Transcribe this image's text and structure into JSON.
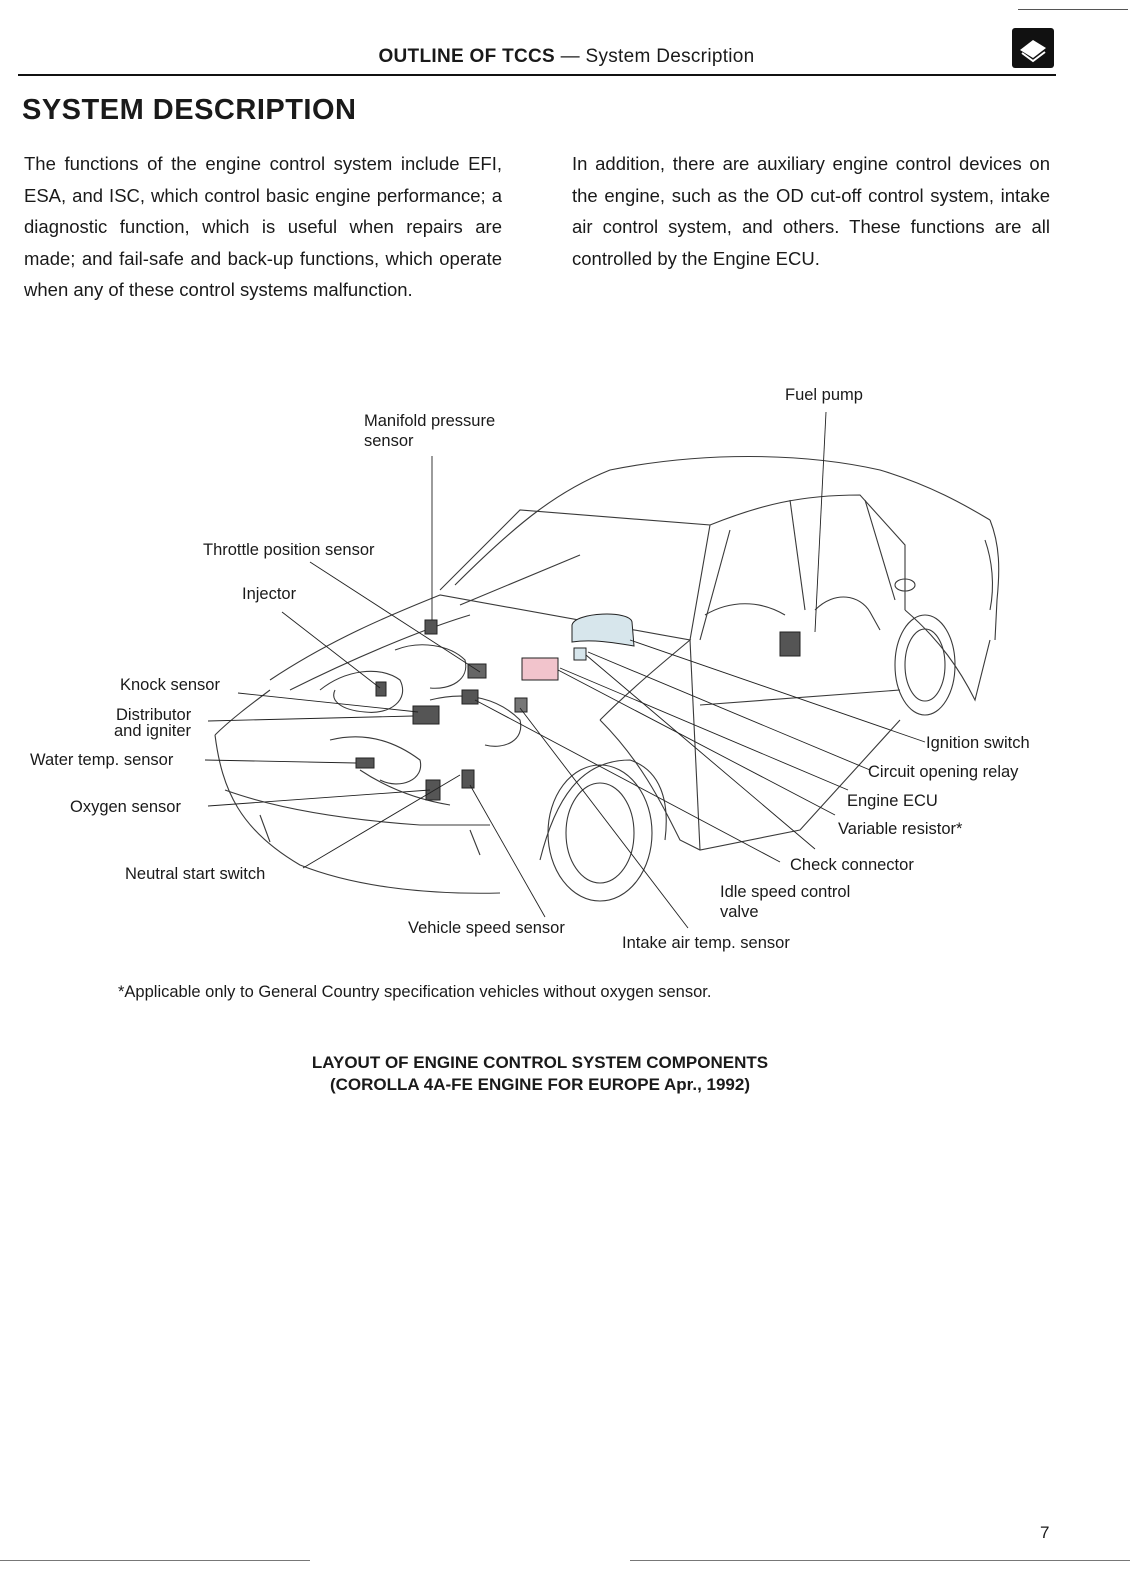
{
  "header": {
    "title_bold": "OUTLINE OF TCCS",
    "title_rest": " — System Description"
  },
  "section_heading": "SYSTEM DESCRIPTION",
  "paragraphs": {
    "left": "The functions of the engine control system include EFI, ESA, and ISC, which control basic engine performance; a diagnostic function, which is useful when repairs are made; and fail-safe and back-up functions, which operate when any of these control systems malfunction.",
    "right": "In addition, there are auxiliary engine control devices on the engine, such as the OD cut-off control system, intake air control system, and others. These functions are all controlled by the Engine ECU."
  },
  "labels": {
    "fuel_pump": "Fuel pump",
    "manifold_pressure_line1": "Manifold pressure",
    "manifold_pressure_line2": "sensor",
    "throttle_position": "Throttle position sensor",
    "injector": "Injector",
    "knock_sensor": "Knock sensor",
    "distributor_line1": "Distributor",
    "distributor_line2": "and igniter",
    "water_temp": "Water temp. sensor",
    "oxygen_sensor": "Oxygen sensor",
    "neutral_start": "Neutral start switch",
    "vehicle_speed": "Vehicle speed sensor",
    "intake_air_temp": "Intake air temp. sensor",
    "idle_speed_line1": "Idle speed control",
    "idle_speed_line2": "valve",
    "check_connector": "Check connector",
    "variable_resistor": "Variable resistor*",
    "engine_ecu": "Engine ECU",
    "circuit_opening_relay": "Circuit opening relay",
    "ignition_switch": "Ignition switch"
  },
  "footnote": "*Applicable only to General Country specification vehicles without oxygen sensor.",
  "caption": {
    "line1": "LAYOUT OF ENGINE CONTROL SYSTEM COMPONENTS",
    "line2": "(COROLLA 4A-FE ENGINE FOR EUROPE Apr., 1992)"
  },
  "page_number": "7",
  "colors": {
    "ink": "#1a1a1a",
    "ecu_highlight": "#f2c4cc",
    "meter_highlight": "#d7e6ec"
  },
  "icons": [
    "book-icon"
  ]
}
